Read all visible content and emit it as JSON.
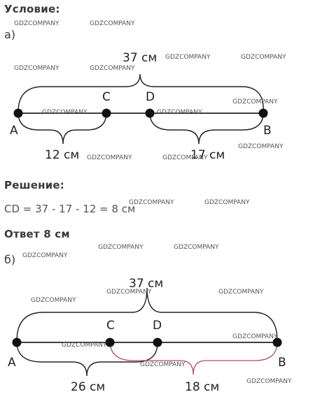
{
  "condition_heading": "Условие:",
  "part_a_label": "а)",
  "part_b_label": "б)",
  "solution_heading": "Решение:",
  "solution_formula": "CD = 37 - 17 - 12 = 8 см",
  "answer": "Ответ 8 см",
  "watermark": "GDZCOMPANY",
  "diagram_a": {
    "points": {
      "a": "A",
      "c": "C",
      "d": "D",
      "b": "B"
    },
    "total": "37 см",
    "left_part": "12 см",
    "right_part": "17 см"
  },
  "diagram_b": {
    "points": {
      "a": "A",
      "c": "C",
      "d": "D",
      "b": "B"
    },
    "total": "37 см",
    "left_part": "26 см",
    "right_part": "18 см"
  }
}
